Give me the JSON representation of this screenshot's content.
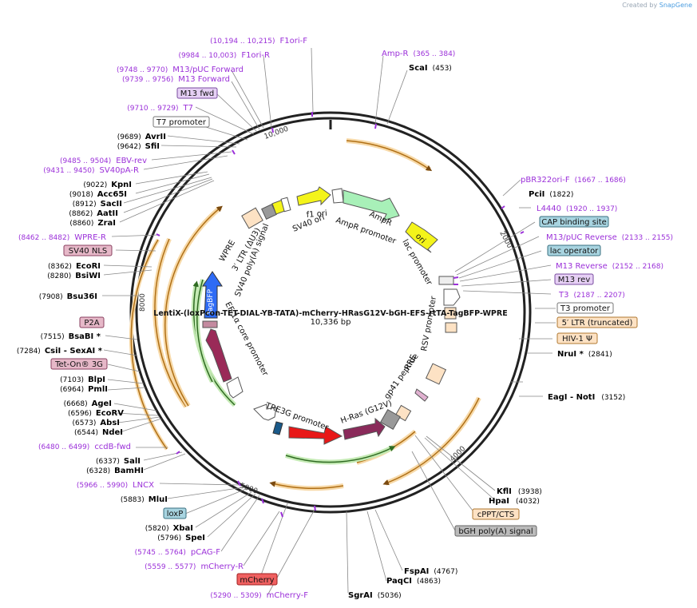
{
  "credit": {
    "prefix": "Created by",
    "brand": "SnapGene"
  },
  "plasmid": {
    "name": "LentiX-(loxPcon-TET-DIAL-YB-TATA)-mCherry-HRasG12V-bGH-EFS-rtTA-TagBFP-WPRE",
    "size": "10,336 bp"
  },
  "colors": {
    "backbone": "#222222",
    "enzyme": "#000000",
    "primer": "#9b30d9",
    "feature_orange": "#e8912e",
    "feature_green": "#4fa83a",
    "amp": "#a8f0b8",
    "ori": "#f4f41a",
    "bfp": "#2e6bf5",
    "mcherry": "#e81818",
    "hras": "#8a2a5a",
    "rtta": "#9a2a58"
  },
  "tick_labels": [
    "10,000",
    "2000",
    "4000",
    "5000",
    "8000"
  ],
  "enzymes": [
    {
      "name": "ScaI",
      "pos": "(453)"
    },
    {
      "name": "PciI",
      "pos": "(1822)"
    },
    {
      "name": "NruI *",
      "pos": "(2841)"
    },
    {
      "name": "EagI  - NotI",
      "pos": "(3152)"
    },
    {
      "name": "KflI",
      "pos": "(3938)"
    },
    {
      "name": "HpaI",
      "pos": "(4032)"
    },
    {
      "name": "FspAI",
      "pos": "(4767)"
    },
    {
      "name": "PaqCI",
      "pos": "(4863)"
    },
    {
      "name": "SgrAI",
      "pos": "(5036)"
    },
    {
      "name": "SpeI",
      "pos": "(5796)"
    },
    {
      "name": "XbaI",
      "pos": "(5820)"
    },
    {
      "name": "MluI",
      "pos": "(5883)"
    },
    {
      "name": "BamHI",
      "pos": "(6328)"
    },
    {
      "name": "SalI",
      "pos": "(6337)"
    },
    {
      "name": "NdeI",
      "pos": "(6544)"
    },
    {
      "name": "AbsI",
      "pos": "(6573)"
    },
    {
      "name": "EcoRV",
      "pos": "(6596)"
    },
    {
      "name": "AgeI",
      "pos": "(6668)"
    },
    {
      "name": "PmlI",
      "pos": "(6964)"
    },
    {
      "name": "BlpI",
      "pos": "(7103)"
    },
    {
      "name": "CsiI  - SexAI *",
      "pos": "(7284)"
    },
    {
      "name": "BsaBI *",
      "pos": "(7515)"
    },
    {
      "name": "Bsu36I",
      "pos": "(7908)"
    },
    {
      "name": "BsiWI",
      "pos": "(8280)"
    },
    {
      "name": "EcoRI",
      "pos": "(8362)"
    },
    {
      "name": "ZraI",
      "pos": "(8860)"
    },
    {
      "name": "AatII",
      "pos": "(8862)"
    },
    {
      "name": "SacII",
      "pos": "(8912)"
    },
    {
      "name": "Acc65I",
      "pos": "(9018)"
    },
    {
      "name": "KpnI",
      "pos": "(9022)"
    },
    {
      "name": "SfiI",
      "pos": "(9642)"
    },
    {
      "name": "AvrII",
      "pos": "(9689)"
    }
  ],
  "primers": [
    {
      "name": "F1ori-F",
      "pos": "(10,194 .. 10,215)"
    },
    {
      "name": "F1ori-R",
      "pos": "(9984 .. 10,003)"
    },
    {
      "name": "M13/pUC Forward",
      "pos": "(9748 .. 9770)"
    },
    {
      "name": "M13 Forward",
      "pos": "(9739 .. 9756)"
    },
    {
      "name": "T7",
      "pos": "(9710 .. 9729)"
    },
    {
      "name": "EBV-rev",
      "pos": "(9485 .. 9504)"
    },
    {
      "name": "SV40pA-R",
      "pos": "(9431 .. 9450)"
    },
    {
      "name": "WPRE-R",
      "pos": "(8462 .. 8482)"
    },
    {
      "name": "ccdB-fwd",
      "pos": "(6480 .. 6499)"
    },
    {
      "name": "LNCX",
      "pos": "(5966 .. 5990)"
    },
    {
      "name": "pCAG-F",
      "pos": "(5745 .. 5764)"
    },
    {
      "name": "mCherry-R",
      "pos": "(5559 .. 5577)"
    },
    {
      "name": "mCherry-F",
      "pos": "(5290 .. 5309)"
    },
    {
      "name": "Amp-R",
      "pos": "(365 .. 384)"
    },
    {
      "name": "pBR322ori-F",
      "pos": "(1667 .. 1686)"
    },
    {
      "name": "L4440",
      "pos": "(1920 .. 1937)"
    },
    {
      "name": "M13/pUC Reverse",
      "pos": "(2133 .. 2155)"
    },
    {
      "name": "M13 Reverse",
      "pos": "(2152 .. 2168)"
    },
    {
      "name": "T3",
      "pos": "(2187 .. 2207)"
    }
  ],
  "boxes": [
    {
      "name": "M13 fwd"
    },
    {
      "name": "T7 promoter"
    },
    {
      "name": "SV40 NLS"
    },
    {
      "name": "P2A"
    },
    {
      "name": "Tet-On® 3G"
    },
    {
      "name": "loxP"
    },
    {
      "name": "mCherry"
    },
    {
      "name": "CAP binding site"
    },
    {
      "name": "lac operator"
    },
    {
      "name": "M13 rev"
    },
    {
      "name": "T3 promoter"
    },
    {
      "name": "5′ LTR (truncated)"
    },
    {
      "name": "HIV-1 Ψ"
    },
    {
      "name": "cPPT/CTS"
    },
    {
      "name": "bGH poly(A) signal"
    }
  ],
  "inner_labels": [
    "f1 ori",
    "AmpR",
    "AmpR promoter",
    "ori",
    "lac promoter",
    "RSV promoter",
    "RRE",
    "gp41 peptide",
    "H-Ras (G12V)",
    "TRE3G promoter",
    "EF-1α core promoter",
    "TagBFP",
    "WPRE",
    "3′ LTR (ΔU3)",
    "SV40 poly(A) signal",
    "SV40 ori"
  ]
}
